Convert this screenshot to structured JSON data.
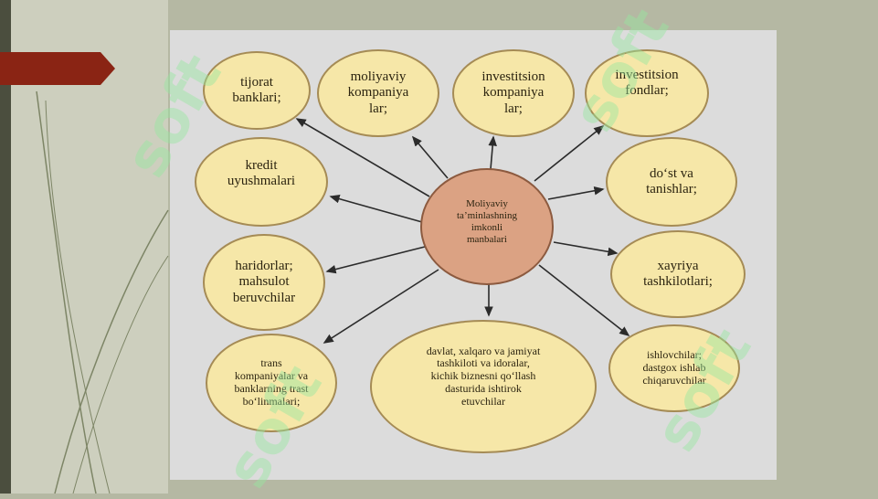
{
  "diagram": {
    "center": {
      "label": "Moliyaviy\nta’minlashning\nimkonli\nmanbalari"
    },
    "nodes": [
      {
        "id": "tijorat",
        "label": "tijorat\nbanklari;"
      },
      {
        "id": "moliyaviy",
        "label": "moliyaviy\nkompaniya\nlar;"
      },
      {
        "id": "investitsion-kompaniya",
        "label": "investitsion\nkompaniya\nlar;"
      },
      {
        "id": "investitsion-fondlar",
        "label": "investitsion\nfondlar;"
      },
      {
        "id": "kredit",
        "label": "kredit\nuyushmalari"
      },
      {
        "id": "dost",
        "label": "do‘st va\ntanishlar;"
      },
      {
        "id": "haridorlar",
        "label": "haridorlar;\nmahsulot\nberuvchilar"
      },
      {
        "id": "xayriya",
        "label": "xayriya\ntashkilotlari;"
      },
      {
        "id": "trans",
        "label": "trans\nkompaniyalar va\nbanklarning trast\nbo‘linmalari;"
      },
      {
        "id": "davlat",
        "label": "davlat, xalqaro va jamiyat\ntashkiloti va idoralar,\nkichik biznesni qo‘llash\ndasturida ishtirok\netuvchilar"
      },
      {
        "id": "ishlovchilar",
        "label": "ishlovchilar;\ndastgox ishlab\nchiqaruvchilar"
      }
    ]
  },
  "colors": {
    "node_fill": "#f6e7a8",
    "node_border": "#a58b55",
    "center_fill": "#dba283",
    "arrow": "#2b2b2b",
    "accent": "#8a2414"
  },
  "watermark": "soft"
}
